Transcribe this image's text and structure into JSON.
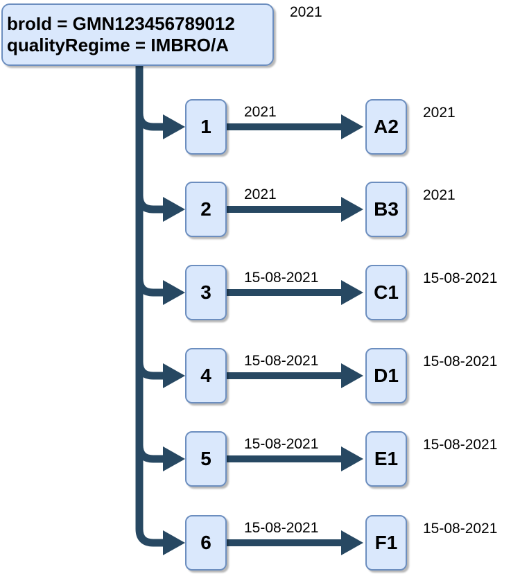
{
  "diagram": {
    "root": {
      "line1": "broId = GMN123456789012",
      "line2": "qualityRegime = IMBRO/A",
      "year_label": "2021"
    },
    "rows": [
      {
        "source": "1",
        "edge_label": "2021",
        "target": "A2",
        "target_label": "2021"
      },
      {
        "source": "2",
        "edge_label": "2021",
        "target": "B3",
        "target_label": "2021"
      },
      {
        "source": "3",
        "edge_label": "15-08-2021",
        "target": "C1",
        "target_label": "15-08-2021"
      },
      {
        "source": "4",
        "edge_label": "15-08-2021",
        "target": "D1",
        "target_label": "15-08-2021"
      },
      {
        "source": "5",
        "edge_label": "15-08-2021",
        "target": "E1",
        "target_label": "15-08-2021"
      },
      {
        "source": "6",
        "edge_label": "15-08-2021",
        "target": "F1",
        "target_label": "15-08-2021"
      }
    ]
  },
  "colors": {
    "line": "#274862",
    "node_fill": "#dae8fc",
    "node_border": "#6c8ebf"
  }
}
